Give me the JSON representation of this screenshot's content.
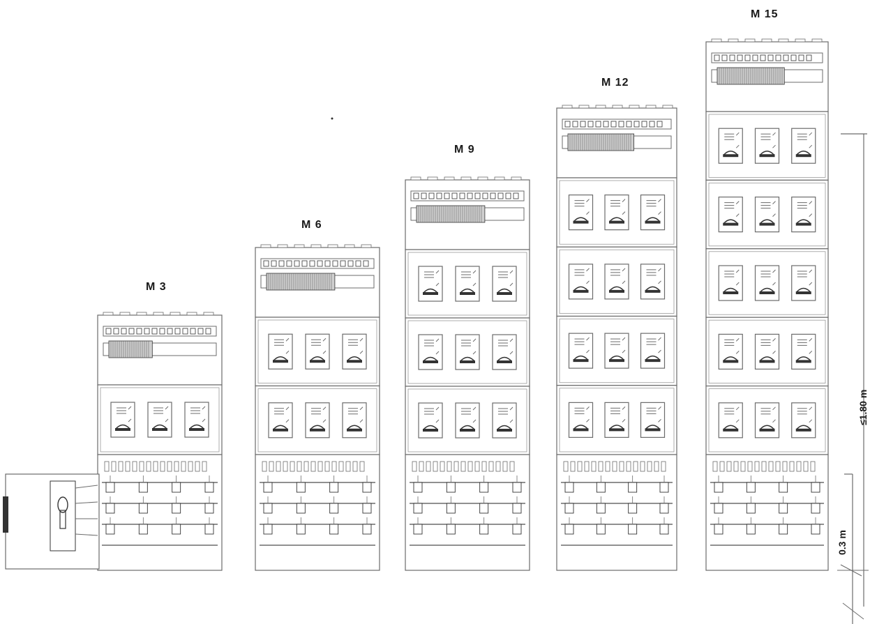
{
  "panels": [
    {
      "label": "M 3"
    },
    {
      "label": "M 6"
    },
    {
      "label": "M 9"
    },
    {
      "label": "M 12"
    },
    {
      "label": "M 15"
    }
  ],
  "dimensions": {
    "max_height": "≤1.80 m",
    "bottom_clearance": "0.3 m"
  },
  "colors": {
    "line": "#6b6b6b",
    "dark": "#333333",
    "fill": "#ffffff"
  }
}
